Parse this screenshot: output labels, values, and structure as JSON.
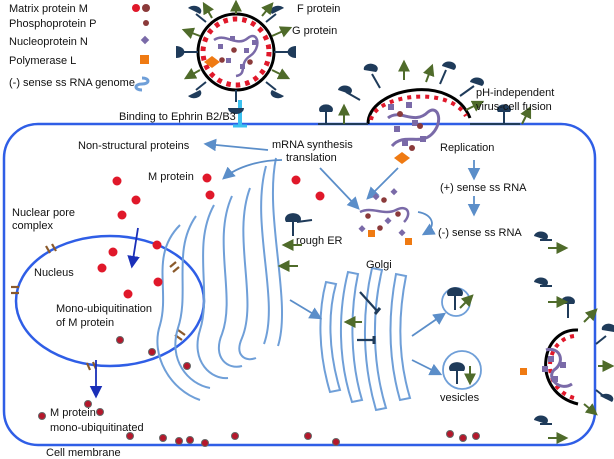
{
  "legend": {
    "matrix_protein": "Matrix protein M",
    "phosphoprotein": "Phosphoprotein P",
    "nucleoprotein": "Nucleoprotein N",
    "polymerase": "Polymerase L",
    "genome": "(-) sense ss RNA genome"
  },
  "virion_labels": {
    "f_protein": "F protein",
    "g_protein": "G protein"
  },
  "labels": {
    "binding": "Binding to Ephrin B2/B3",
    "fusion_line1": "pH-independent",
    "fusion_line2": "virus-cell fusion",
    "non_structural": "Non-structural proteins",
    "mrna_line1": "mRNA synthesis",
    "mrna_line2": "translation",
    "replication": "Replication",
    "plus_rna": "(+) sense ss RNA",
    "minus_rna": "(-) sense ss RNA",
    "m_protein": "M protein",
    "nuclear_pore_line1": "Nuclear pore",
    "nuclear_pore_line2": "complex",
    "rough_er": "rough ER",
    "golgi": "Golgi",
    "nucleus": "Nucleus",
    "ubiq_line1": "Mono-ubiquitination",
    "ubiq_line2": "of M protein",
    "m_ubiq_line1": "M protein",
    "m_ubiq_line2": "mono-ubiquitinated",
    "vesicles": "vesicles",
    "cell_membrane": "Cell membrane"
  },
  "colors": {
    "membrane_blue": "#2f5ee6",
    "arrow_blue": "#5b8ec9",
    "organelle_blue": "#6f9fd8",
    "matrix_red": "#e0182a",
    "nucleo_purple": "#7a6aa8",
    "phospho_brown": "#8b3a3a",
    "polymerase_orange": "#ef7a12",
    "glyco_navy": "#1f3b5a",
    "spike_green": "#4f6b2a"
  }
}
